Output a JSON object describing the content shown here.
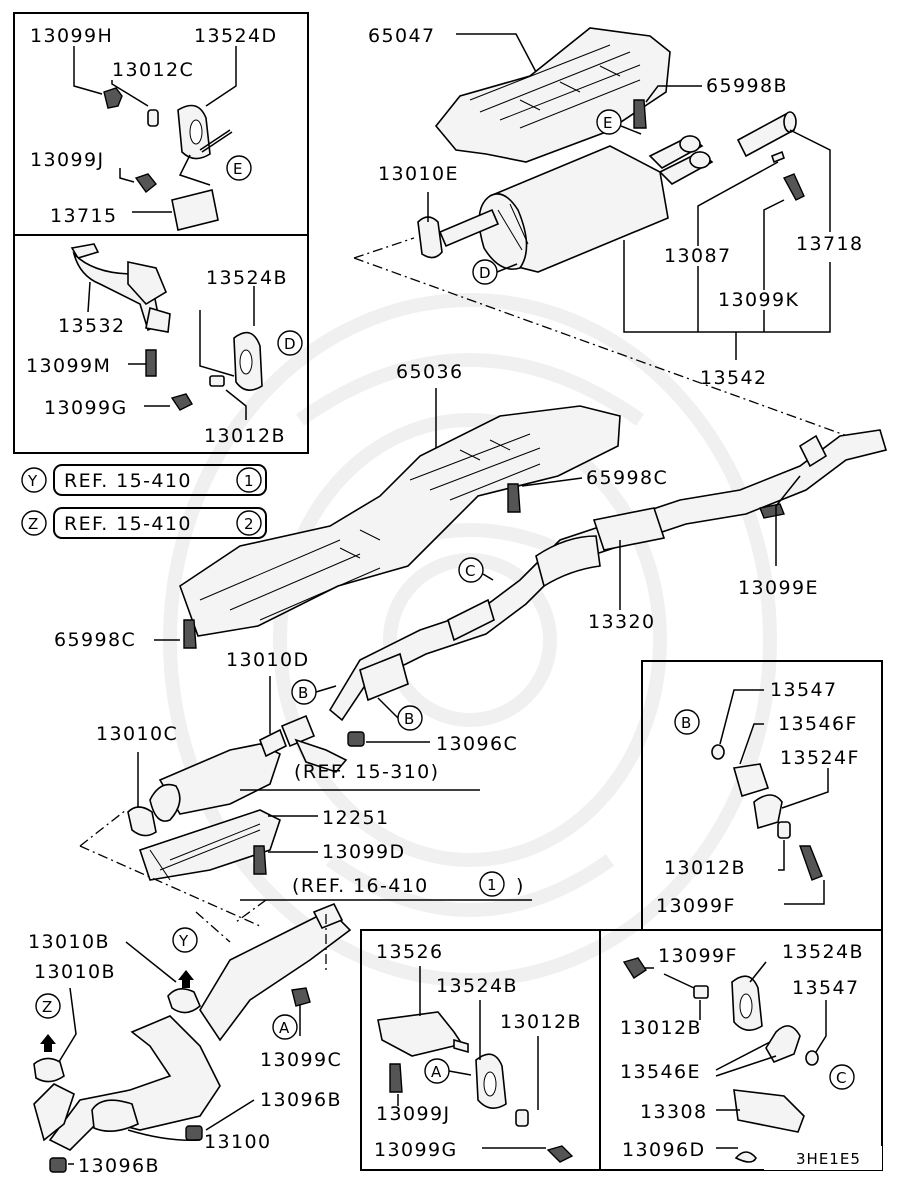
{
  "watermark": "faint-emblem",
  "figure_code": "3HE1E5",
  "insets": {
    "top_left_upper": [
      "13099H",
      "13524D",
      "13012C",
      "13099J",
      "13715"
    ],
    "top_left_lower": [
      "13532",
      "13524B",
      "13099M",
      "13099G",
      "13012B"
    ],
    "right_middle": [
      "13547",
      "13546F",
      "13524F",
      "13012B",
      "13099F"
    ],
    "bottom_middle": [
      "13526",
      "13524B",
      "13012B",
      "13099J",
      "13099G"
    ],
    "bottom_right": [
      "13099F",
      "13524B",
      "13547",
      "13012B",
      "13546E",
      "13308",
      "13096D"
    ]
  },
  "refs": {
    "y": {
      "tag": "Y",
      "text": "REF. 15-410",
      "num": "1"
    },
    "z": {
      "tag": "Z",
      "text": "REF. 15-410",
      "num": "2"
    }
  },
  "labels": {
    "p13099H": "13099H",
    "p13524D": "13524D",
    "p13012C": "13012C",
    "p13099J_a": "13099J",
    "p13715": "13715",
    "p13532": "13532",
    "p13524B_a": "13524B",
    "p13099M": "13099M",
    "p13099G_a": "13099G",
    "p13012B_a": "13012B",
    "p65047": "65047",
    "p65998B": "65998B",
    "p13010E": "13010E",
    "p13087": "13087",
    "p13718": "13718",
    "p13099K": "13099K",
    "p13542": "13542",
    "p65036": "65036",
    "p65998C_a": "65998C",
    "p65998C_b": "65998C",
    "p13099E": "13099E",
    "p13320": "13320",
    "p13010D": "13010D",
    "p13010C": "13010C",
    "p13096C": "13096C",
    "ref15310": "(REF. 15-310)",
    "p12251": "12251",
    "p13099D": "13099D",
    "ref16410": "(REF. 16-410",
    "ref16410_num": "1",
    "ref16410_close": ")",
    "p13010B_a": "13010B",
    "p13010B_b": "13010B",
    "p13099C": "13099C",
    "p13096B_a": "13096B",
    "p13100": "13100",
    "p13096B_b": "13096B",
    "p13547_a": "13547",
    "p13546F": "13546F",
    "p13524F": "13524F",
    "p13012B_b": "13012B",
    "p13099F_a": "13099F",
    "p13526": "13526",
    "p13524B_b": "13524B",
    "p13012B_c": "13012B",
    "p13099J_b": "13099J",
    "p13099G_b": "13099G",
    "p13099F_b": "13099F",
    "p13524B_c": "13524B",
    "p13547_b": "13547",
    "p13012B_d": "13012B",
    "p13546E": "13546E",
    "p13308": "13308",
    "p13096D": "13096D"
  },
  "callouts": {
    "A": "A",
    "B": "B",
    "C": "C",
    "D": "D",
    "E": "E",
    "Y": "Y",
    "Z": "Z"
  }
}
